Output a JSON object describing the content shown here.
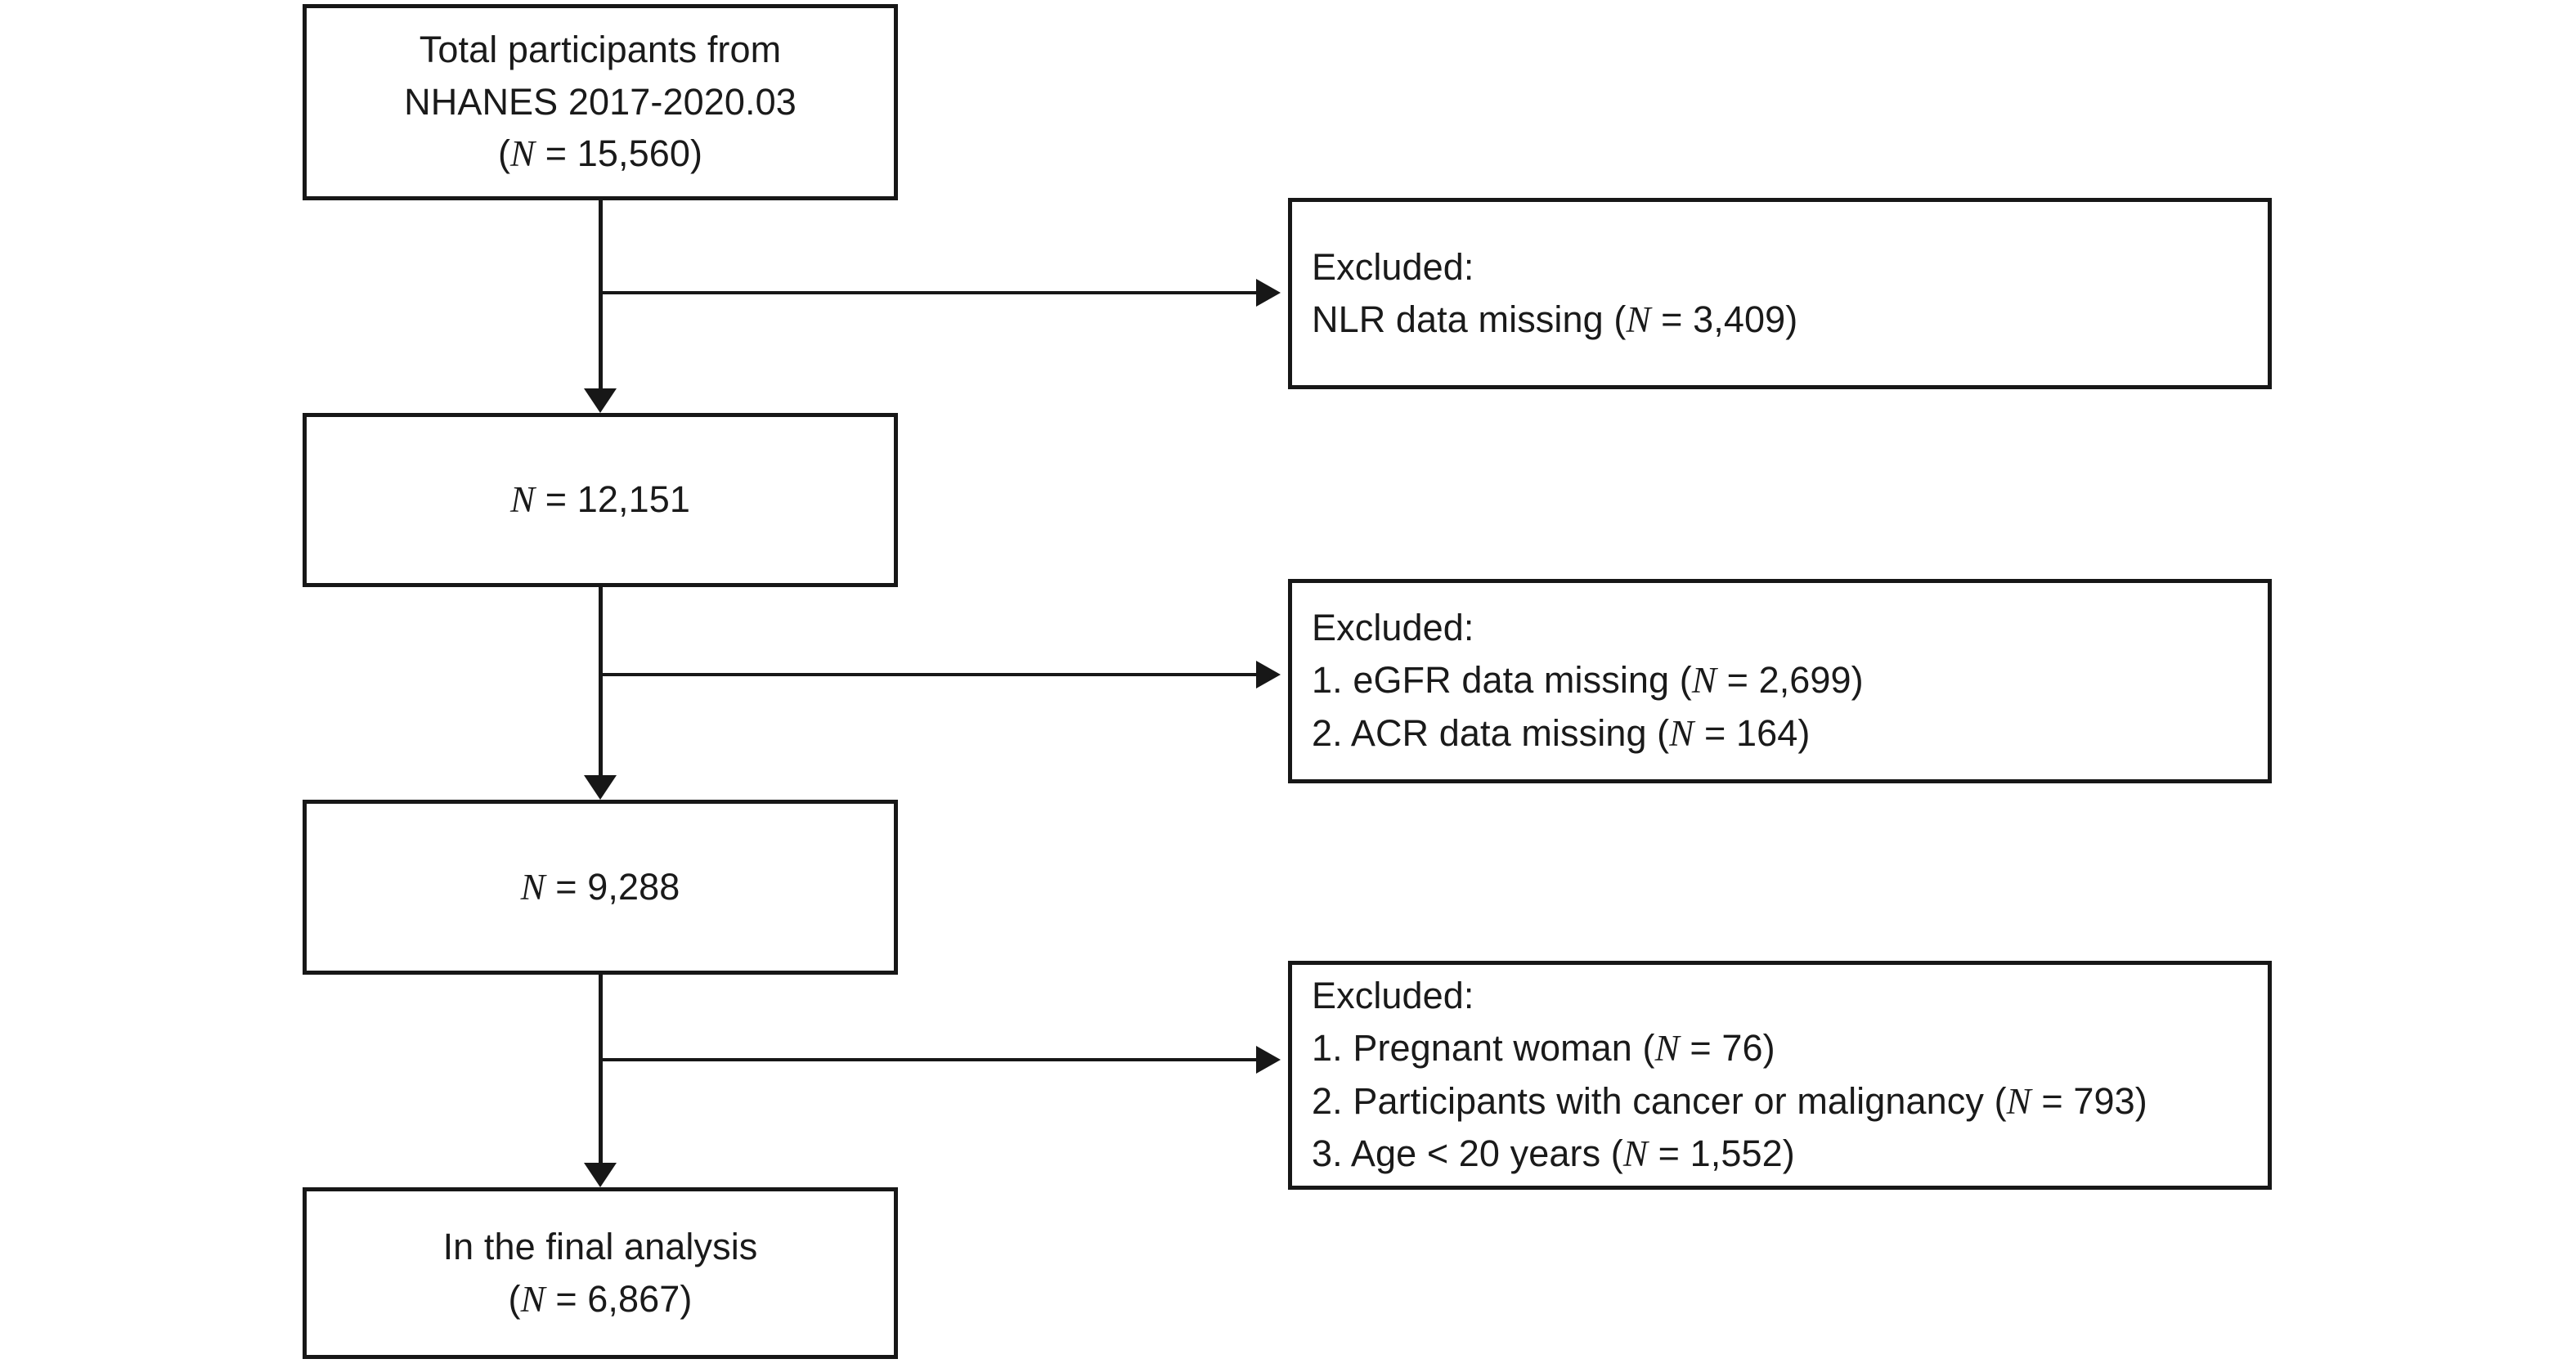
{
  "figure": {
    "type": "flowchart",
    "orientation": "vertical-with-right-branches"
  },
  "nodes": {
    "total": {
      "line1": "Total participants from",
      "line2": "NHANES 2017-2020.03",
      "line3_prefix": "(",
      "line3_var": "N",
      "line3_suffix": " = 15,560)"
    },
    "step1": {
      "var": "N",
      "value": " = 12,151"
    },
    "step2": {
      "var": "N",
      "value": " = 9,288"
    },
    "final": {
      "line1": "In the final analysis",
      "line2_prefix": "(",
      "line2_var": "N",
      "line2_suffix": " = 6,867)"
    }
  },
  "exclusions": {
    "box1": {
      "heading": "Excluded:",
      "item1_text": "NLR data missing (",
      "item1_var": "N",
      "item1_tail": " = 3,409)"
    },
    "box2": {
      "heading": "Excluded:",
      "item1_text": "1. eGFR data missing (",
      "item1_var": "N",
      "item1_tail": " = 2,699)",
      "item2_text": "2. ACR data missing (",
      "item2_var": "N",
      "item2_tail": " = 164)"
    },
    "box3": {
      "heading": "Excluded:",
      "item1_text": "1. Pregnant woman (",
      "item1_var": "N",
      "item1_tail": " = 76)",
      "item2_text": "2. Participants with cancer or malignancy (",
      "item2_var": "N",
      "item2_tail": " = 793)",
      "item3_text": "3. Age < 20 years (",
      "item3_var": "N",
      "item3_tail": " = 1,552)"
    }
  },
  "colors": {
    "stroke": "#171717",
    "background": "#ffffff"
  }
}
